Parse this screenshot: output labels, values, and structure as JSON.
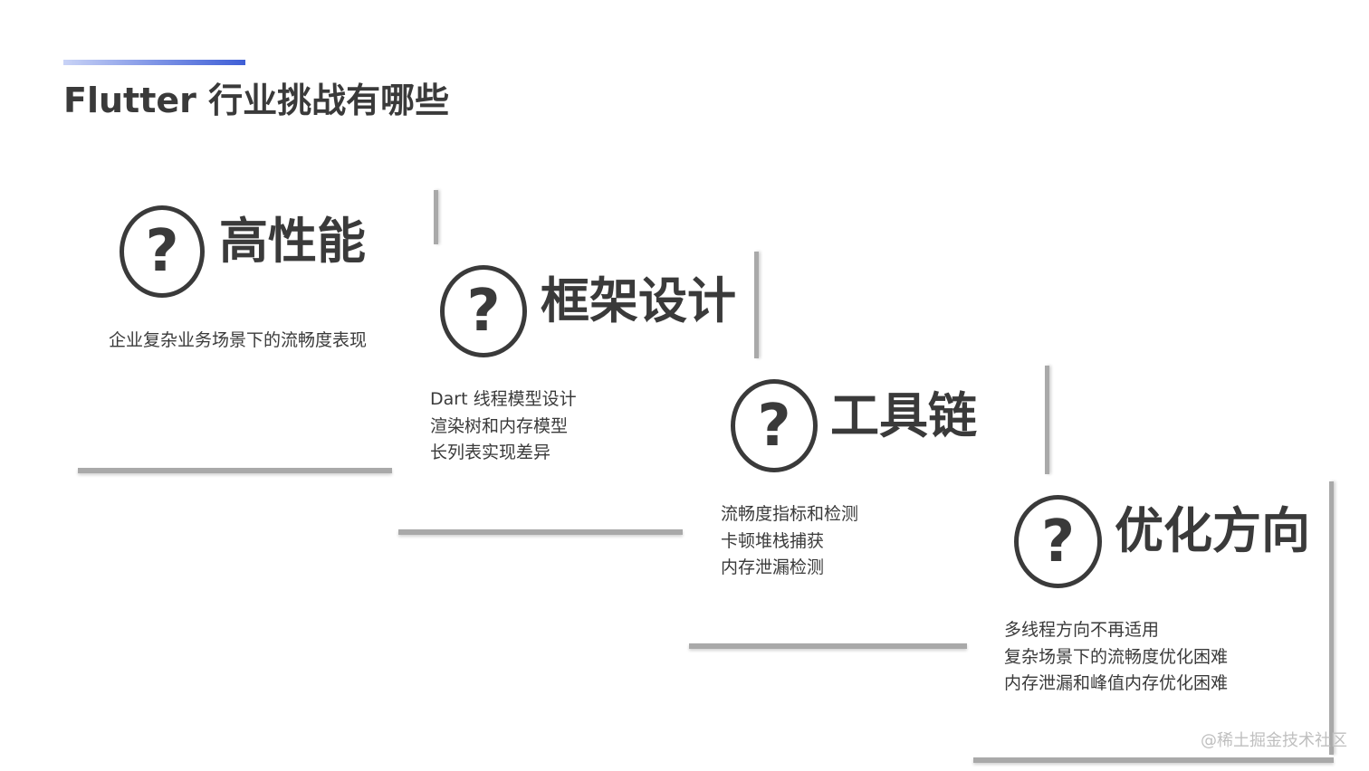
{
  "slide": {
    "title": "Flutter 行业挑战有哪些",
    "accent_color": "#3f5fd6",
    "text_color": "#3a3a3a"
  },
  "cards": [
    {
      "icon": "question-mark-circle-icon",
      "icon_glyph": "?",
      "title": "高性能",
      "lines": [
        "企业复杂业务场景下的流畅度表现"
      ]
    },
    {
      "icon": "question-mark-circle-icon",
      "icon_glyph": "?",
      "title": "框架设计",
      "lines": [
        "Dart 线程模型设计",
        "渲染树和内存模型",
        "长列表实现差异"
      ]
    },
    {
      "icon": "question-mark-circle-icon",
      "icon_glyph": "?",
      "title": "工具链",
      "lines": [
        "流畅度指标和检测",
        "卡顿堆栈捕获",
        "内存泄漏检测"
      ]
    },
    {
      "icon": "question-mark-circle-icon",
      "icon_glyph": "?",
      "title": "优化方向",
      "lines": [
        "多线程方向不再适用",
        "复杂场景下的流畅度优化困难",
        "内存泄漏和峰值内存优化困难"
      ]
    }
  ],
  "watermark": "@稀土掘金技术社区"
}
